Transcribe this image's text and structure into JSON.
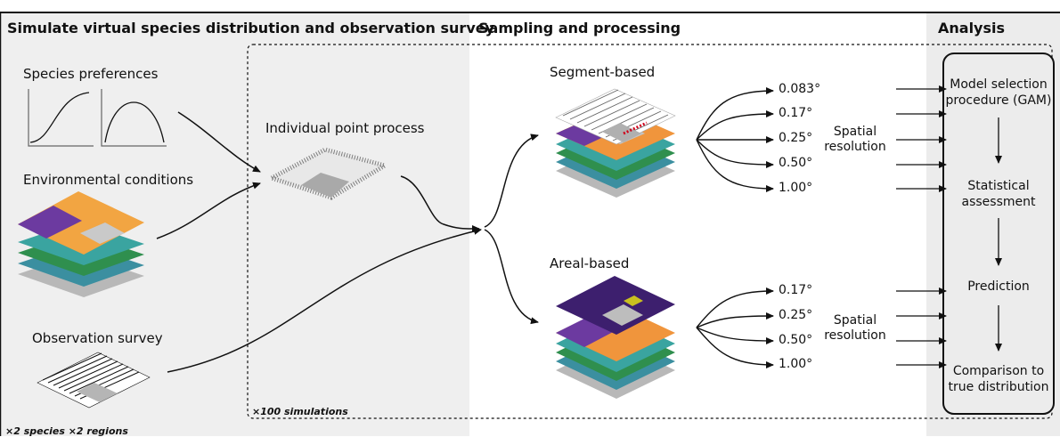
{
  "panels": {
    "simulate": {
      "title": "Simulate virtual species distribution and observation survey"
    },
    "sampling": {
      "title": "Sampling and processing"
    },
    "analysis": {
      "title": "Analysis"
    }
  },
  "inputs": {
    "species_preferences": "Species preferences",
    "environmental_conditions": "Environmental conditions",
    "observation_survey": "Observation survey",
    "individual_point_process": "Individual point process"
  },
  "segment": {
    "label": "Segment-based",
    "resolutions": [
      "0.083°",
      "0.17°",
      "0.25°",
      "0.50°",
      "1.00°"
    ],
    "spatial_resolution_label": "Spatial\nresolution"
  },
  "areal": {
    "label": "Areal-based",
    "resolutions": [
      "0.17°",
      "0.25°",
      "0.50°",
      "1.00°"
    ],
    "spatial_resolution_label": "Spatial\nresolution"
  },
  "analysis_steps": [
    "Model selection\nprocedure (GAM)",
    "Statistical\nassessment",
    "Prediction",
    "Comparison to\ntrue distribution"
  ],
  "notes": {
    "simulations": "×100 simulations",
    "species_regions": "×2 species ×2 regions"
  },
  "colors": {
    "panel_left": "#efefef",
    "panel_mid": "#ffffff",
    "panel_right": "#ececec",
    "map_hot": "#f59f3a",
    "map_purple": "#5b2a86",
    "map_green": "#2f8f4e",
    "map_teal": "#3aa4a0",
    "mask_grey": "#bdbdbd"
  }
}
